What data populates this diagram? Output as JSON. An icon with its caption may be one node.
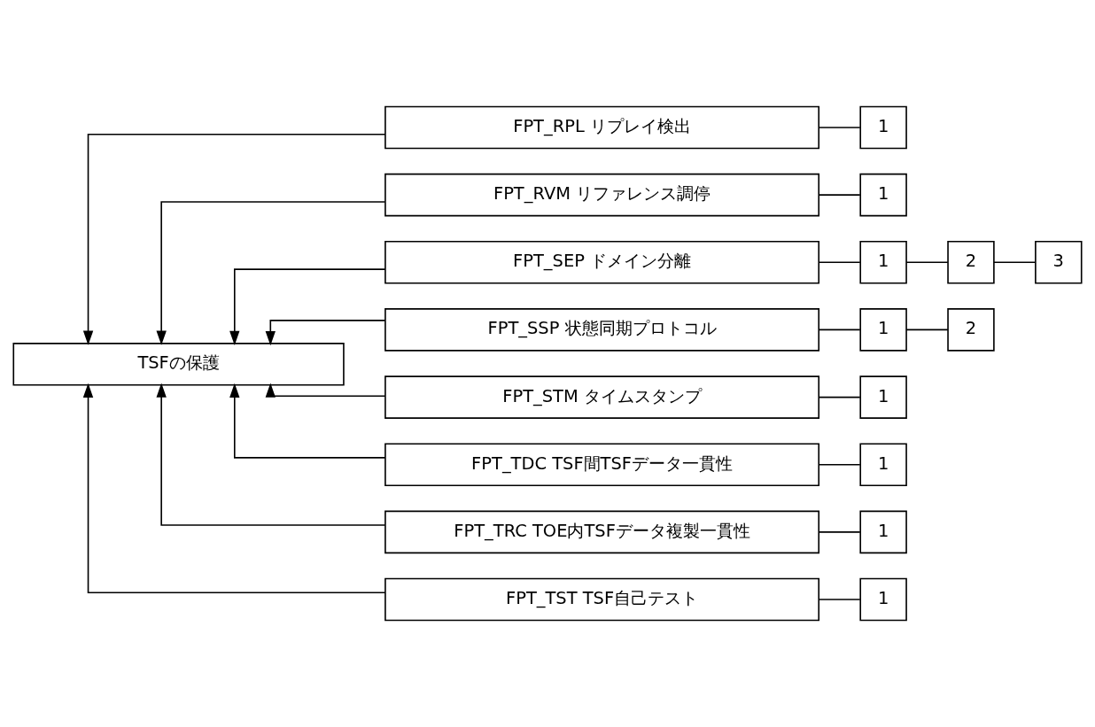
{
  "diagram": {
    "nodes": [
      {
        "text": [
          "TSFの保護"
        ]
      },
      {
        "text": [
          "FPT_RPL リプレイ検出"
        ]
      },
      {
        "text": [
          "1"
        ]
      },
      {
        "text": [
          "FPT_RVM リファレンス調停"
        ]
      },
      {
        "text": [
          "1"
        ]
      },
      {
        "text": [
          "FPT_SEP ドメイン分離"
        ]
      },
      {
        "text": [
          "1"
        ]
      },
      {
        "text": [
          "2"
        ]
      },
      {
        "text": [
          "3"
        ]
      },
      {
        "text": [
          "FPT_SSP 状態同期プロトコル"
        ]
      },
      {
        "text": [
          "1"
        ]
      },
      {
        "text": [
          "2"
        ]
      },
      {
        "text": [
          "FPT_STM タイムスタンプ"
        ]
      },
      {
        "text": [
          "1"
        ]
      },
      {
        "text": [
          "FPT_TDC TSF間TSFデータ一貫性"
        ]
      },
      {
        "text": [
          "1"
        ]
      },
      {
        "text": [
          "FPT_TRC TOE内TSFデータ複製一貫性"
        ]
      },
      {
        "text": [
          "1"
        ]
      },
      {
        "text": [
          "FPT_TST TSF自己テスト"
        ]
      },
      {
        "text": [
          "1"
        ]
      }
    ],
    "edges": [
      {
        "from": 1,
        "to": 0,
        "arrow": "to"
      },
      {
        "from": 3,
        "to": 0,
        "arrow": "to"
      },
      {
        "from": 5,
        "to": 0,
        "arrow": "to"
      },
      {
        "from": 9,
        "to": 0,
        "arrow": "to"
      },
      {
        "from": 12,
        "to": 0,
        "arrow": "to"
      },
      {
        "from": 14,
        "to": 0,
        "arrow": "to"
      },
      {
        "from": 16,
        "to": 0,
        "arrow": "to"
      },
      {
        "from": 18,
        "to": 0,
        "arrow": "to"
      },
      {
        "from": 1,
        "to": 2,
        "arrow": "none"
      },
      {
        "from": 3,
        "to": 4,
        "arrow": "none"
      },
      {
        "from": 5,
        "to": 6,
        "arrow": "none"
      },
      {
        "from": 6,
        "to": 7,
        "arrow": "none"
      },
      {
        "from": 7,
        "to": 8,
        "arrow": "none"
      },
      {
        "from": 9,
        "to": 10,
        "arrow": "none"
      },
      {
        "from": 10,
        "to": 11,
        "arrow": "none"
      },
      {
        "from": 12,
        "to": 13,
        "arrow": "none"
      },
      {
        "from": 14,
        "to": 15,
        "arrow": "none"
      },
      {
        "from": 16,
        "to": 17,
        "arrow": "none"
      },
      {
        "from": 18,
        "to": 19,
        "arrow": "none"
      }
    ]
  }
}
